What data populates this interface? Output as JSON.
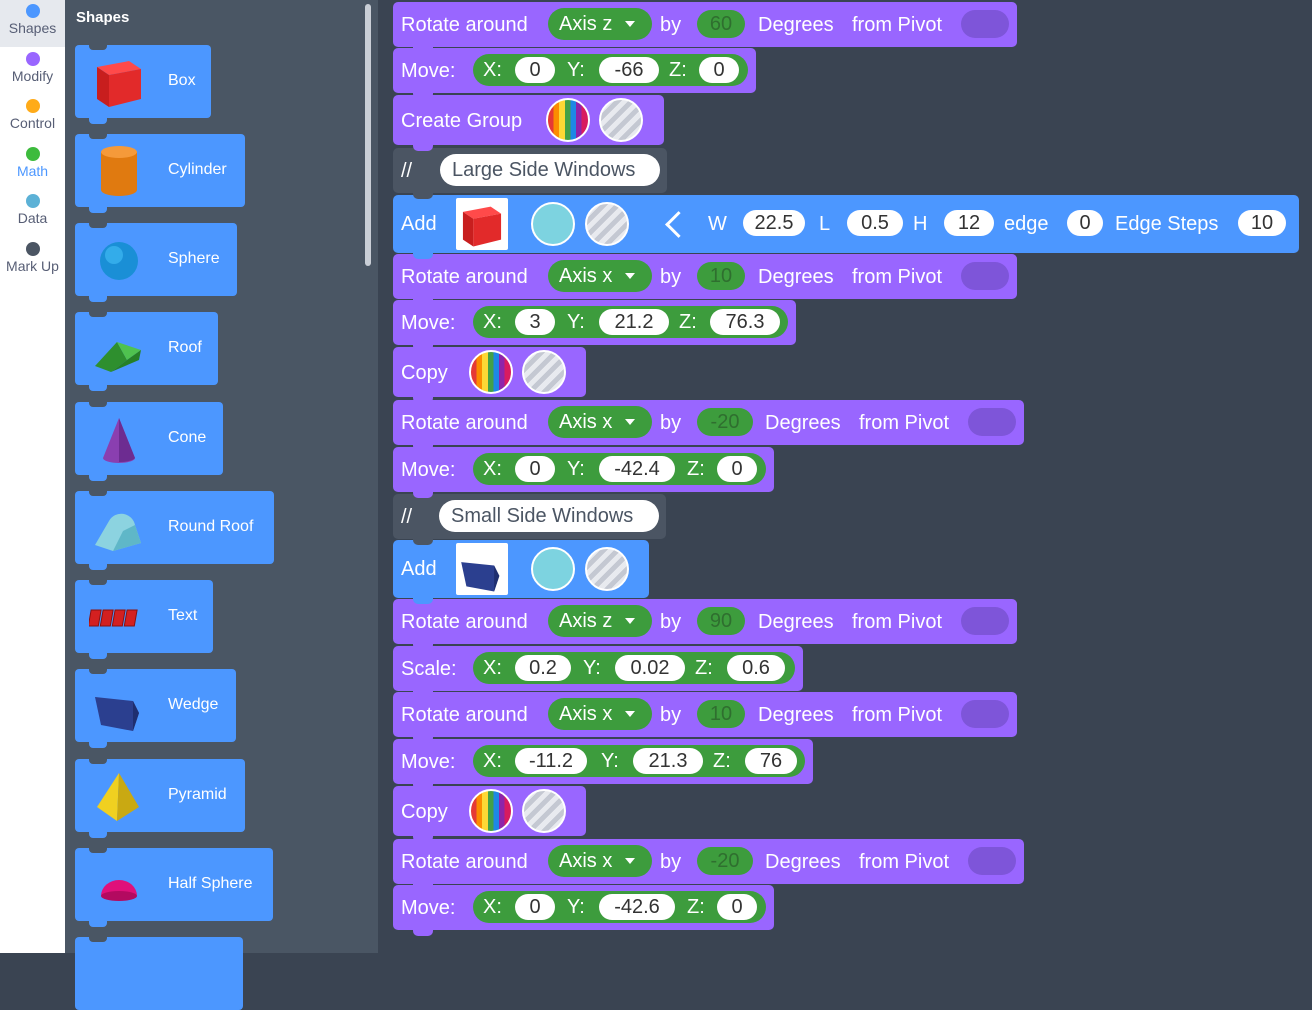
{
  "categories": [
    {
      "label": "Shapes",
      "color": "#4c97ff",
      "selected": true
    },
    {
      "label": "Modify",
      "color": "#9966ff",
      "selected": false
    },
    {
      "label": "Control",
      "color": "#ffab19",
      "selected": false
    },
    {
      "label": "Math",
      "color": "#3dbb3d",
      "selected": false
    },
    {
      "label": "Data",
      "color": "#5cb1d6",
      "selected": false
    },
    {
      "label": "Mark Up",
      "color": "#4b5563",
      "selected": false
    }
  ],
  "flyout": {
    "title": "Shapes",
    "shapes": [
      {
        "name": "Box",
        "icon": "box-icon"
      },
      {
        "name": "Cylinder",
        "icon": "cylinder-icon"
      },
      {
        "name": "Sphere",
        "icon": "sphere-icon"
      },
      {
        "name": "Roof",
        "icon": "roof-icon"
      },
      {
        "name": "Cone",
        "icon": "cone-icon"
      },
      {
        "name": "Round Roof",
        "icon": "round-roof-icon"
      },
      {
        "name": "Text",
        "icon": "text-3d-icon"
      },
      {
        "name": "Wedge",
        "icon": "wedge-icon"
      },
      {
        "name": "Pyramid",
        "icon": "pyramid-icon"
      },
      {
        "name": "Half Sphere",
        "icon": "half-sphere-icon"
      }
    ]
  },
  "labels": {
    "rotate_around": "Rotate around",
    "by": "by",
    "degrees": "Degrees",
    "from_pivot": "from Pivot",
    "move": "Move:",
    "scale": "Scale:",
    "create_group": "Create Group",
    "copy": "Copy",
    "add": "Add",
    "comment": "//",
    "x": "X:",
    "y": "Y:",
    "z": "Z:",
    "w": "W",
    "l": "L",
    "h": "H",
    "edge": "edge",
    "edge_steps": "Edge Steps"
  },
  "blocks": {
    "rot1": {
      "axis": "Axis z",
      "degrees": "60"
    },
    "move1": {
      "x": "0",
      "y": "-66",
      "z": "0"
    },
    "comment1": "Large Side Windows",
    "add1": {
      "w": "22.5",
      "l": "0.5",
      "h": "12",
      "edge": "0",
      "edge_steps": "10"
    },
    "rot2": {
      "axis": "Axis x",
      "degrees": "10"
    },
    "move2": {
      "x": "3",
      "y": "21.2",
      "z": "76.3"
    },
    "rot3": {
      "axis": "Axis x",
      "degrees": "-20"
    },
    "move3": {
      "x": "0",
      "y": "-42.4",
      "z": "0"
    },
    "comment2": "Small Side Windows",
    "rot4": {
      "axis": "Axis z",
      "degrees": "90"
    },
    "scale1": {
      "x": "0.2",
      "y": "0.02",
      "z": "0.6"
    },
    "rot5": {
      "axis": "Axis x",
      "degrees": "10"
    },
    "move4": {
      "x": "-11.2",
      "y": "21.3",
      "z": "76"
    },
    "rot6": {
      "axis": "Axis x",
      "degrees": "-20"
    },
    "move5": {
      "x": "0",
      "y": "-42.6",
      "z": "0"
    }
  }
}
